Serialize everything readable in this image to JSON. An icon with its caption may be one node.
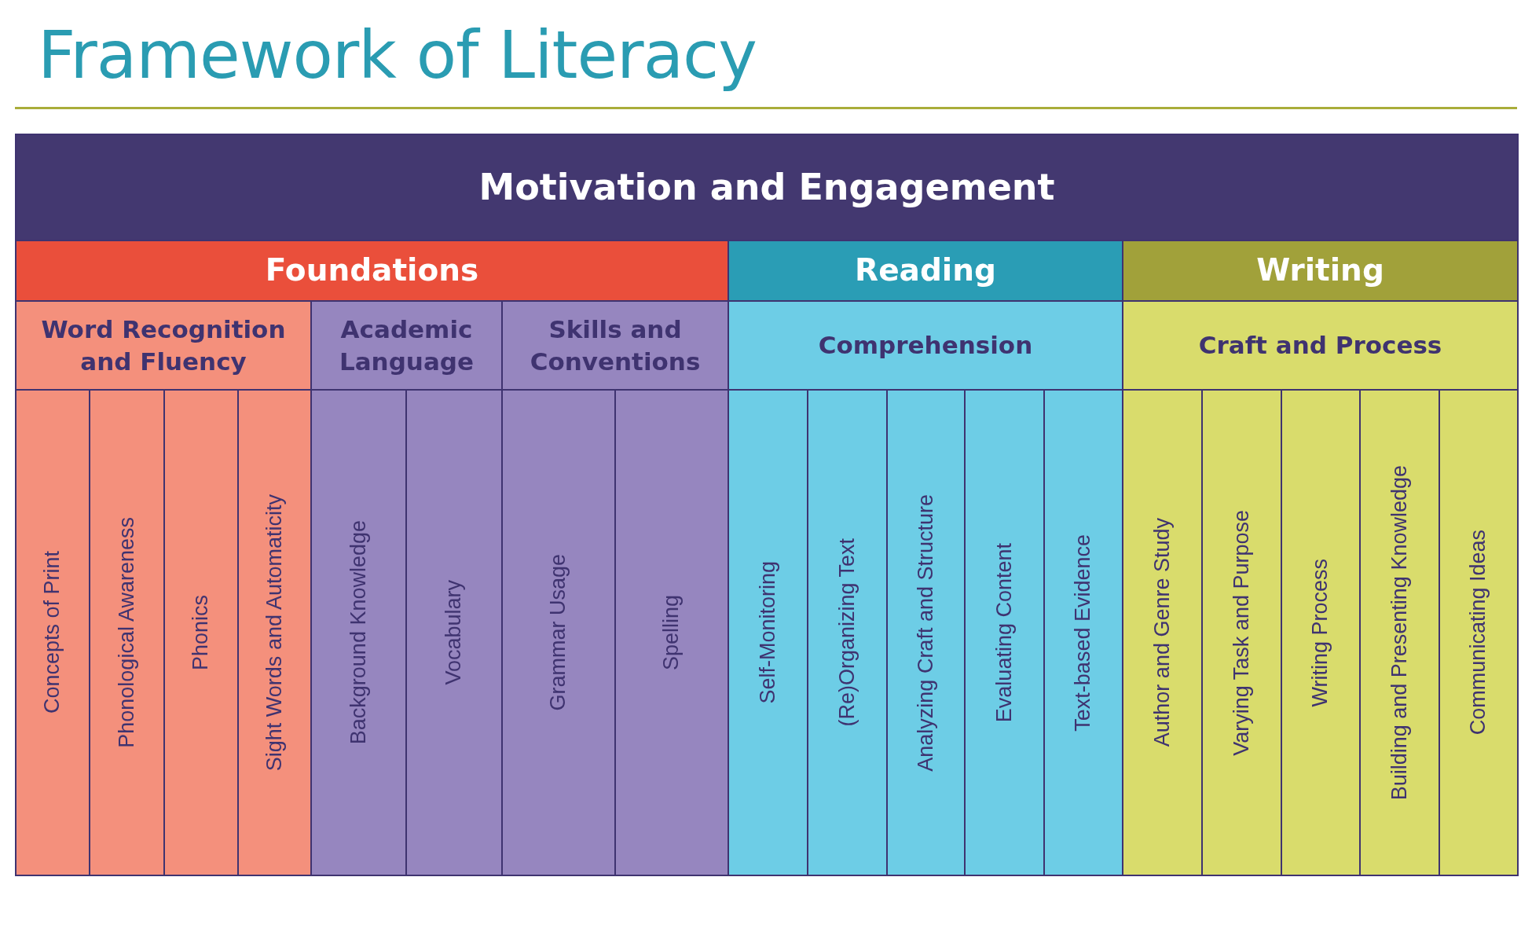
{
  "diagram": {
    "title": "Framework of Literacy",
    "nodes": [
      {
        "text": [
          "Motivation and Engagement"
        ]
      },
      {
        "text": [
          "Foundations"
        ]
      },
      {
        "text": [
          "Reading"
        ]
      },
      {
        "text": [
          "Writing"
        ]
      },
      {
        "text": [
          "Word Recognition and Fluency"
        ]
      },
      {
        "text": [
          "Academic Language"
        ]
      },
      {
        "text": [
          "Skills and Conventions"
        ]
      },
      {
        "text": [
          "Comprehension"
        ]
      },
      {
        "text": [
          "Craft and Process"
        ]
      },
      {
        "text": [
          "Concepts of Print"
        ]
      },
      {
        "text": [
          "Phonological Awareness"
        ]
      },
      {
        "text": [
          "Phonics"
        ]
      },
      {
        "text": [
          "Sight Words and Automaticity"
        ]
      },
      {
        "text": [
          "Background Knowledge"
        ]
      },
      {
        "text": [
          "Vocabulary"
        ]
      },
      {
        "text": [
          "Grammar Usage"
        ]
      },
      {
        "text": [
          "Spelling"
        ]
      },
      {
        "text": [
          "Self-Monitoring"
        ]
      },
      {
        "text": [
          "(Re)Organizing Text"
        ]
      },
      {
        "text": [
          "Analyzing Craft and Structure"
        ]
      },
      {
        "text": [
          "Evaluating Content"
        ]
      },
      {
        "text": [
          "Text-based Evidence"
        ]
      },
      {
        "text": [
          "Author and Genre Study"
        ]
      },
      {
        "text": [
          "Varying Task and Purpose"
        ]
      },
      {
        "text": [
          "Writing Process"
        ]
      },
      {
        "text": [
          "Building and Presenting Knowledge"
        ]
      },
      {
        "text": [
          "Communicating Ideas"
        ]
      }
    ]
  }
}
